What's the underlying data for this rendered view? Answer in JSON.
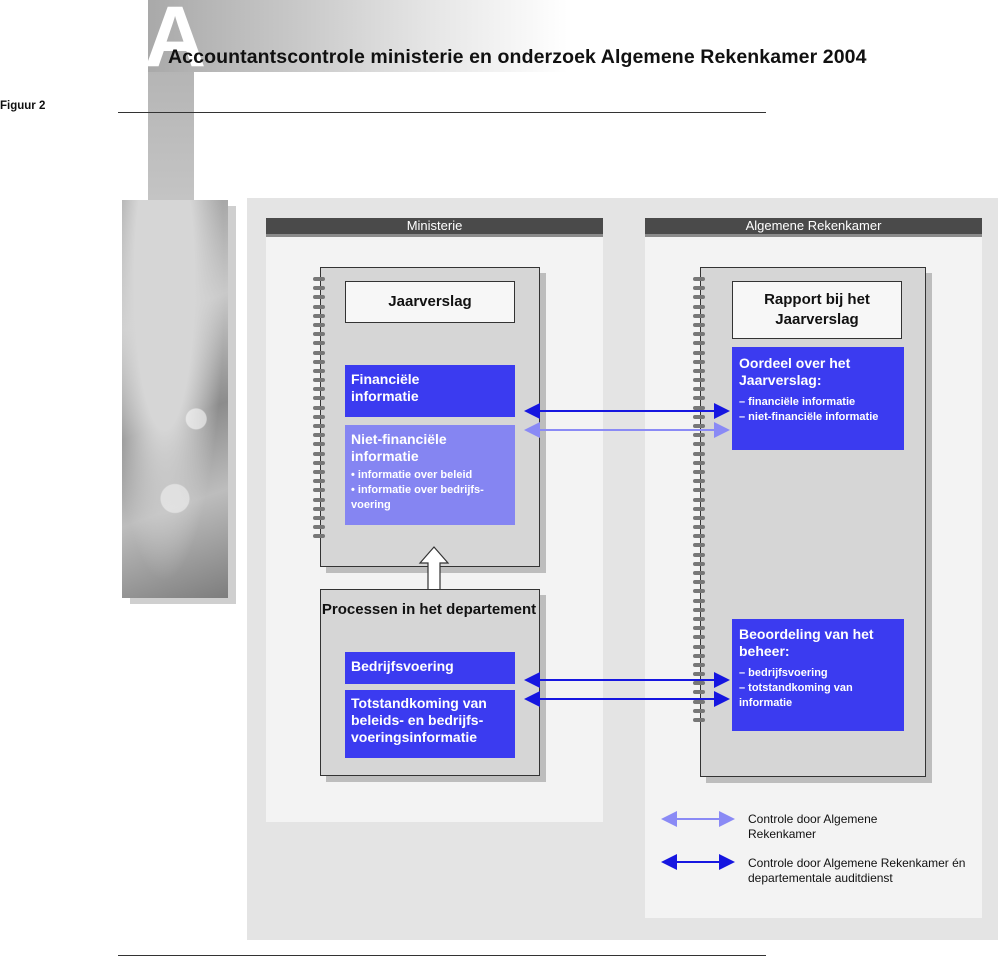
{
  "header": {
    "letter": "A",
    "title": "Accountantscontrole ministerie en onderzoek Algemene Rekenkamer 2004"
  },
  "figure_label": "Figuur 2",
  "ministerie": {
    "heading": "Ministerie",
    "jaarverslag": "Jaarverslag",
    "financiele_title": "Financiële informatie",
    "niet_financiele_title": "Niet-financiële informatie",
    "niet_financiele_items": [
      "• informatie over beleid",
      "• informatie over bedrijfs-voering"
    ],
    "processen_title": "Processen in het departement",
    "bedrijfsvoering": "Bedrijfsvoering",
    "totstandkoming": "Totstandkoming van beleids- en bedrijfs-voeringsinformatie"
  },
  "rekenkamer": {
    "heading": "Algemene Rekenkamer",
    "rapport_title": "Rapport bij het Jaarverslag",
    "oordeel_title": "Oordeel over het Jaarverslag:",
    "oordeel_items": [
      "– financiële informatie",
      "– niet-financiële informatie"
    ],
    "beoordeling_title": "Beoordeling van het beheer:",
    "beoordeling_items": [
      "– bedrijfsvoering",
      "– totstandkoming van informatie"
    ]
  },
  "legend": {
    "light": "Controle door Algemene Rekenkamer",
    "dark": "Controle door Algemene Rekenkamer én departementale auditdienst",
    "colors": {
      "light": "#8a8af5",
      "dark": "#1616e0"
    }
  }
}
